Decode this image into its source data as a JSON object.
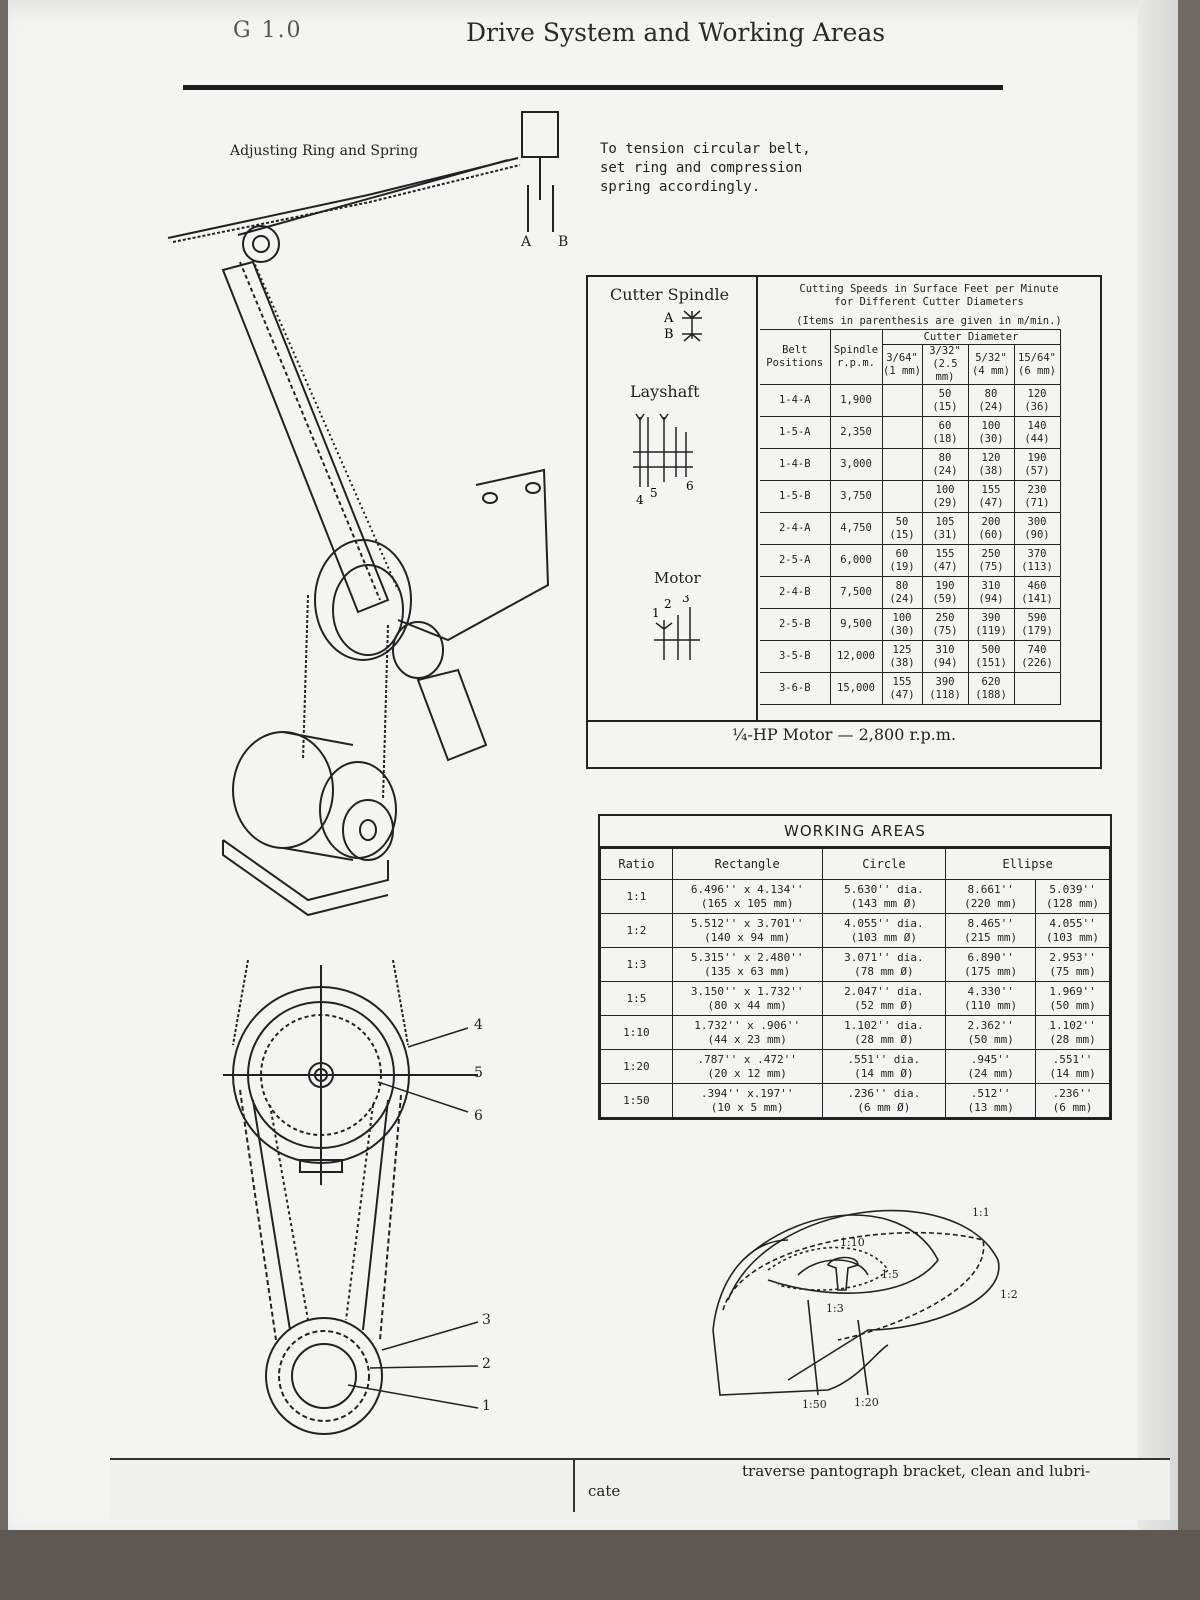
{
  "header": {
    "code": "G 1.0",
    "title": "Drive System and Working Areas"
  },
  "figure_top": {
    "label": "Adjusting Ring and Spring",
    "markers": [
      "A",
      "B"
    ],
    "note": "To tension circular belt, set ring and compression spring accordingly."
  },
  "figure_pulleys": {
    "callouts": [
      "4",
      "5",
      "6",
      "3",
      "2",
      "1"
    ]
  },
  "speed_table": {
    "spindle_label": "Cutter Spindle",
    "spindle_codes": [
      "A",
      "B"
    ],
    "layshaft_label": "Layshaft",
    "layshaft_codes": [
      "4",
      "5",
      "6"
    ],
    "motor_label": "Motor",
    "motor_codes": [
      "1",
      "2",
      "3"
    ],
    "heading_line1": "Cutting Speeds in Surface Feet per Minute",
    "heading_line2": "for Different Cutter Diameters",
    "heading_note": "(Items in parenthesis are given in m/min.)",
    "cutter_diameter_label": "Cutter Diameter",
    "col_belt": "Belt Positions",
    "col_spindle": "Spindle r.p.m.",
    "diameters": [
      {
        "in": "3/64\"",
        "mm": "(1 mm)"
      },
      {
        "in": "3/32\"",
        "mm": "(2.5 mm)"
      },
      {
        "in": "5/32\"",
        "mm": "(4 mm)"
      },
      {
        "in": "15/64\"",
        "mm": "(6 mm)"
      }
    ],
    "rows": [
      {
        "belt": "1-4-A",
        "rpm": "1,900",
        "cells": [
          [
            "",
            ""
          ],
          [
            "50",
            "(15)"
          ],
          [
            "80",
            "(24)"
          ],
          [
            "120",
            "(36)"
          ]
        ]
      },
      {
        "belt": "1-5-A",
        "rpm": "2,350",
        "cells": [
          [
            "",
            ""
          ],
          [
            "60",
            "(18)"
          ],
          [
            "100",
            "(30)"
          ],
          [
            "140",
            "(44)"
          ]
        ]
      },
      {
        "belt": "1-4-B",
        "rpm": "3,000",
        "cells": [
          [
            "",
            ""
          ],
          [
            "80",
            "(24)"
          ],
          [
            "120",
            "(38)"
          ],
          [
            "190",
            "(57)"
          ]
        ]
      },
      {
        "belt": "1-5-B",
        "rpm": "3,750",
        "cells": [
          [
            "",
            ""
          ],
          [
            "100",
            "(29)"
          ],
          [
            "155",
            "(47)"
          ],
          [
            "230",
            "(71)"
          ]
        ]
      },
      {
        "belt": "2-4-A",
        "rpm": "4,750",
        "cells": [
          [
            "50",
            "(15)"
          ],
          [
            "105",
            "(31)"
          ],
          [
            "200",
            "(60)"
          ],
          [
            "300",
            "(90)"
          ]
        ]
      },
      {
        "belt": "2-5-A",
        "rpm": "6,000",
        "cells": [
          [
            "60",
            "(19)"
          ],
          [
            "155",
            "(47)"
          ],
          [
            "250",
            "(75)"
          ],
          [
            "370",
            "(113)"
          ]
        ]
      },
      {
        "belt": "2-4-B",
        "rpm": "7,500",
        "cells": [
          [
            "80",
            "(24)"
          ],
          [
            "190",
            "(59)"
          ],
          [
            "310",
            "(94)"
          ],
          [
            "460",
            "(141)"
          ]
        ]
      },
      {
        "belt": "2-5-B",
        "rpm": "9,500",
        "cells": [
          [
            "100",
            "(30)"
          ],
          [
            "250",
            "(75)"
          ],
          [
            "390",
            "(119)"
          ],
          [
            "590",
            "(179)"
          ]
        ]
      },
      {
        "belt": "3-5-B",
        "rpm": "12,000",
        "cells": [
          [
            "125",
            "(38)"
          ],
          [
            "310",
            "(94)"
          ],
          [
            "500",
            "(151)"
          ],
          [
            "740",
            "(226)"
          ]
        ]
      },
      {
        "belt": "3-6-B",
        "rpm": "15,000",
        "cells": [
          [
            "155",
            "(47)"
          ],
          [
            "390",
            "(118)"
          ],
          [
            "620",
            "(188)"
          ],
          [
            "",
            ""
          ]
        ]
      }
    ],
    "motor_line": "¼-HP Motor  — 2,800 r.p.m."
  },
  "working_areas": {
    "title": "WORKING AREAS",
    "headers": [
      "Ratio",
      "Rectangle",
      "Circle",
      "Ellipse"
    ],
    "rows": [
      {
        "ratio": "1:1",
        "rect": [
          "6.496'' x 4.134''",
          "(165 x 105 mm)"
        ],
        "circle": [
          "5.630'' dia.",
          "(143 mm Ø)"
        ],
        "ellipse_a": [
          "8.661''",
          "(220 mm)"
        ],
        "ellipse_b": [
          "5.039''",
          "(128 mm)"
        ]
      },
      {
        "ratio": "1:2",
        "rect": [
          "5.512'' x 3.701''",
          "(140 x 94 mm)"
        ],
        "circle": [
          "4.055'' dia.",
          "(103 mm Ø)"
        ],
        "ellipse_a": [
          "8.465''",
          "(215 mm)"
        ],
        "ellipse_b": [
          "4.055''",
          "(103 mm)"
        ]
      },
      {
        "ratio": "1:3",
        "rect": [
          "5.315'' x 2.480''",
          "(135 x 63 mm)"
        ],
        "circle": [
          "3.071'' dia.",
          "(78 mm Ø)"
        ],
        "ellipse_a": [
          "6.890''",
          "(175 mm)"
        ],
        "ellipse_b": [
          "2.953''",
          "(75 mm)"
        ]
      },
      {
        "ratio": "1:5",
        "rect": [
          "3.150'' x 1.732''",
          "(80 x 44 mm)"
        ],
        "circle": [
          "2.047'' dia.",
          "(52 mm Ø)"
        ],
        "ellipse_a": [
          "4.330''",
          "(110 mm)"
        ],
        "ellipse_b": [
          "1.969''",
          "(50 mm)"
        ]
      },
      {
        "ratio": "1:10",
        "rect": [
          "1.732'' x .906''",
          "(44 x 23 mm)"
        ],
        "circle": [
          "1.102'' dia.",
          "(28 mm Ø)"
        ],
        "ellipse_a": [
          "2.362''",
          "(50 mm)"
        ],
        "ellipse_b": [
          "1.102''",
          "(28 mm)"
        ]
      },
      {
        "ratio": "1:20",
        "rect": [
          ".787'' x .472''",
          "(20 x 12 mm)"
        ],
        "circle": [
          ".551'' dia.",
          "(14 mm Ø)"
        ],
        "ellipse_a": [
          ".945''",
          "(24 mm)"
        ],
        "ellipse_b": [
          ".551''",
          "(14 mm)"
        ]
      },
      {
        "ratio": "1:50",
        "rect": [
          ".394'' x.197''",
          "(10 x 5 mm)"
        ],
        "circle": [
          ".236'' dia.",
          "(6 mm Ø)"
        ],
        "ellipse_a": [
          ".512''",
          "(13 mm)"
        ],
        "ellipse_b": [
          ".236''",
          "(6 mm)"
        ]
      }
    ]
  },
  "area_figure": {
    "labels": [
      "1:1",
      "1:10",
      "1:5",
      "1:2",
      "1:3",
      "1:50",
      "1:20"
    ]
  },
  "footer": {
    "text": "traverse pantograph bracket, clean and lubri-",
    "text2": "cate"
  }
}
